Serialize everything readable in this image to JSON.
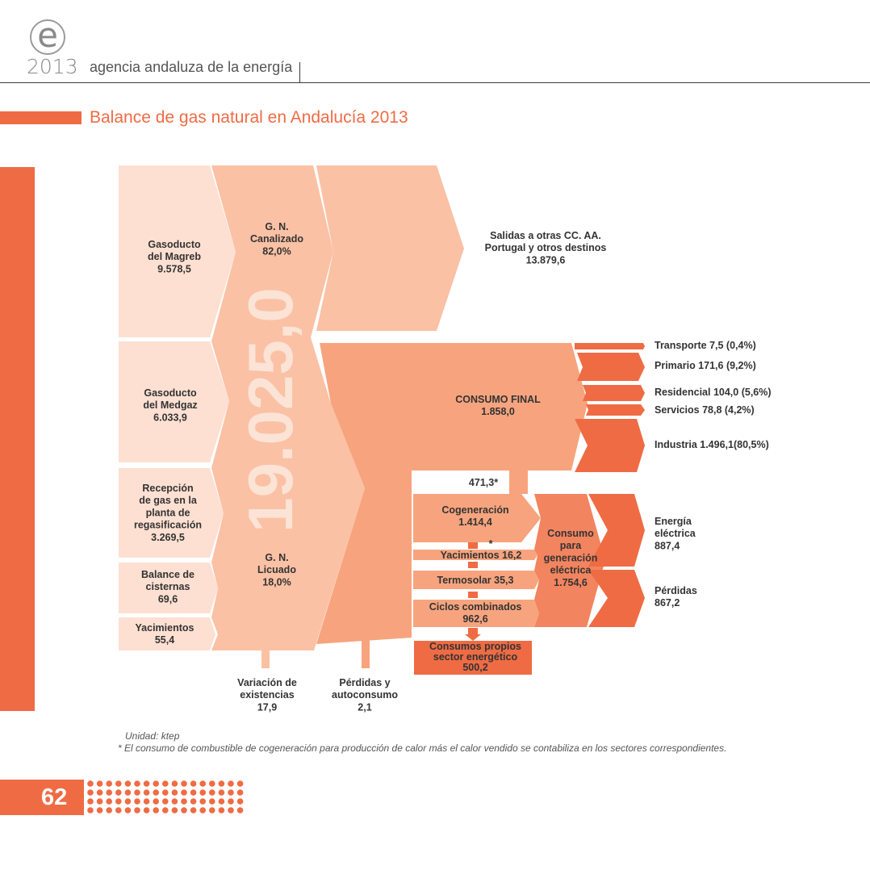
{
  "header": {
    "logo_letter": "e",
    "year": "2013",
    "agency": "agencia andaluza de la energía",
    "colors": {
      "accent": "#ef6b44",
      "rule": "#3a3a3a",
      "gray": "#8a8a8a"
    }
  },
  "title": "Balance de gas natural en Andalucía 2013",
  "total": "19.025,0",
  "sources": [
    {
      "lines": [
        "Gasoducto",
        "del Magreb",
        "9.578,5"
      ]
    },
    {
      "lines": [
        "Gasoducto",
        "del Medgaz",
        "6.033,9"
      ]
    },
    {
      "lines": [
        "Recepción",
        "de gas en la",
        "planta de",
        "regasificación",
        "3.269,5"
      ]
    },
    {
      "lines": [
        "Balance de",
        "cisternas",
        "69,6"
      ]
    },
    {
      "lines": [
        "Yacimientos",
        "55,4"
      ]
    }
  ],
  "gn_canalizado": [
    "G. N.",
    "Canalizado",
    "82,0%"
  ],
  "gn_licuado": [
    "G. N.",
    "Licuado",
    "18,0%"
  ],
  "salidas": [
    "Salidas a otras CC. AA.",
    "Portugal y otros destinos",
    "13.879,6"
  ],
  "consumo_final": [
    "CONSUMO FINAL",
    "1.858,0"
  ],
  "sectors": [
    {
      "label": "Transporte 7,5 (0,4%)"
    },
    {
      "label": "Primario 171,6 (9,2%)"
    },
    {
      "label": "Residencial 104,0 (5,6%)"
    },
    {
      "label": "Servicios 78,8 (4,2%)"
    },
    {
      "label": "Industria 1.496,1(80,5%)"
    }
  ],
  "cogen_to_final": "471,3*",
  "generation_inputs": [
    {
      "lines": [
        "Cogeneración",
        "1.414,4"
      ]
    },
    {
      "lines": [
        "Yacimientos 16,2"
      ]
    },
    {
      "lines": [
        "Termosolar 35,3"
      ]
    },
    {
      "lines": [
        "Ciclos combinados",
        "962,6"
      ]
    }
  ],
  "asterisk": "*",
  "consumos_propios": [
    "Consumos propios",
    "sector energético",
    "500,2"
  ],
  "consumo_generacion": [
    "Consumo",
    "para",
    "generación",
    "eléctrica",
    "1.754,6"
  ],
  "energia_electrica": [
    "Energía",
    "eléctrica",
    "887,4"
  ],
  "perdidas_generacion": [
    "Pérdidas",
    "867,2"
  ],
  "variacion": [
    "Variación de",
    "existencias",
    "17,9"
  ],
  "perdidas_autoconsumo": [
    "Pérdidas y",
    "autoconsumo",
    "2,1"
  ],
  "notes": {
    "unit": "Unidad: ktep",
    "footnote": "* El consumo de combustible de cogeneración para producción de calor más el calor vendido se contabiliza en los sectores correspondientes."
  },
  "page_number": "62"
}
